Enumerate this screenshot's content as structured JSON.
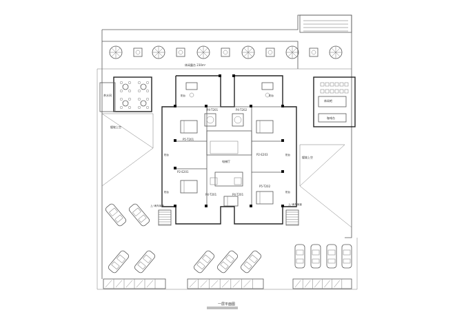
{
  "drawing": {
    "title": "一层平面图",
    "area_note": "休闲露台 230m²",
    "labels": {
      "ramp_left": "缓坡上空",
      "ramp_right": "缓坡上空",
      "corridor": "电梯厅",
      "entry_left": "上/ 两车库道",
      "entry_right": "上/ 两车库道",
      "left_room": "茶水间",
      "right_room": "休闲吧",
      "right_room2": "咖啡台"
    },
    "units": [
      {
        "id": "u1",
        "label": "P4-T201"
      },
      {
        "id": "u2",
        "label": "P4-T202"
      },
      {
        "id": "u3",
        "label": "P5-T201"
      },
      {
        "id": "u4",
        "label": "P2-E203"
      },
      {
        "id": "u5",
        "label": "P2-E201"
      },
      {
        "id": "u6",
        "label": "P5-T202"
      },
      {
        "id": "u7",
        "label": "P4-T201"
      },
      {
        "id": "u8",
        "label": "P4-T201"
      }
    ],
    "balcony_label": "阳台"
  }
}
